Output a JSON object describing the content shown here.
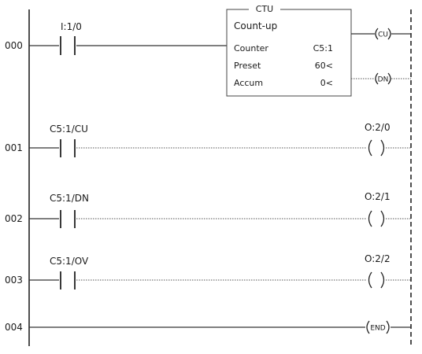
{
  "rungs": [
    {
      "number": "000",
      "contact_label": "I:1/0",
      "instruction": {
        "name": "CTU",
        "description": "Count-up",
        "rows": [
          {
            "label": "Counter",
            "value": "C5:1"
          },
          {
            "label": "Preset",
            "value": "60<"
          },
          {
            "label": "Accum",
            "value": "0<"
          }
        ],
        "outputs": [
          "CU",
          "DN"
        ]
      }
    },
    {
      "number": "001",
      "contact_label": "C5:1/CU",
      "coil_label": "O:2/0"
    },
    {
      "number": "002",
      "contact_label": "C5:1/DN",
      "coil_label": "O:2/1"
    },
    {
      "number": "003",
      "contact_label": "C5:1/OV",
      "coil_label": "O:2/2"
    },
    {
      "number": "004",
      "end_label": "END"
    }
  ]
}
